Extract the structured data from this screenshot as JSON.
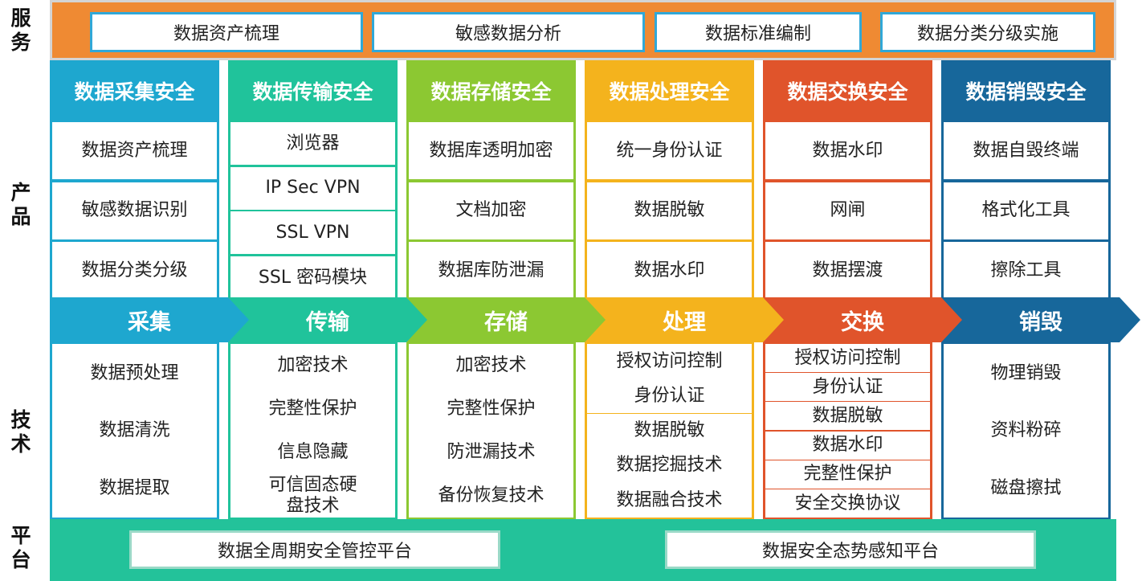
{
  "side_labels": {
    "service": "服\n务",
    "product": "产\n品",
    "tech": "技\n术",
    "platform": "平\n台"
  },
  "services": [
    "数据资产梳理",
    "敏感数据分析",
    "数据标准编制",
    "数据分类分级实施"
  ],
  "columns": [
    {
      "header": "数据采集安全",
      "color": "#1ea7cf",
      "products": [
        "数据资产梳理",
        "敏感数据识别",
        "数据分类分级"
      ],
      "stage": "采集",
      "techs": [
        "数据预处理",
        "数据清洗",
        "数据提取"
      ]
    },
    {
      "header": "数据传输安全",
      "color": "#20c39b",
      "products": [
        "浏览器",
        "IP Sec VPN",
        "SSL VPN",
        "SSL 密码模块"
      ],
      "stage": "传输",
      "techs": [
        "加密技术",
        "完整性保护",
        "信息隐藏",
        "可信固态硬盘技术"
      ]
    },
    {
      "header": "数据存储安全",
      "color": "#8cc832",
      "products": [
        "数据库透明加密",
        "文档加密",
        "数据库防泄漏"
      ],
      "stage": "存储",
      "techs": [
        "加密技术",
        "完整性保护",
        "防泄漏技术",
        "备份恢复技术"
      ]
    },
    {
      "header": "数据处理安全",
      "color": "#f4b31d",
      "products": [
        "统一身份认证",
        "数据脱敏",
        "数据水印"
      ],
      "stage": "处理",
      "techs": [
        "授权访问控制",
        "身份认证",
        "数据脱敏",
        "数据挖掘技术",
        "数据融合技术"
      ]
    },
    {
      "header": "数据交换安全",
      "color": "#e0542b",
      "products": [
        "数据水印",
        "网闸",
        "数据摆渡"
      ],
      "stage": "交换",
      "techs": [
        "授权访问控制",
        "身份认证",
        "数据脱敏",
        "数据水印",
        "完整性保护",
        "安全交换协议"
      ]
    },
    {
      "header": "数据销毁安全",
      "color": "#17679b",
      "products": [
        "数据自毁终端",
        "格式化工具",
        "擦除工具"
      ],
      "stage": "销毁",
      "techs": [
        "物理销毁",
        "资料粉碎",
        "磁盘擦拭"
      ]
    }
  ],
  "platforms": [
    "数据全周期安全管控平台",
    "数据安全态势感知平台"
  ]
}
